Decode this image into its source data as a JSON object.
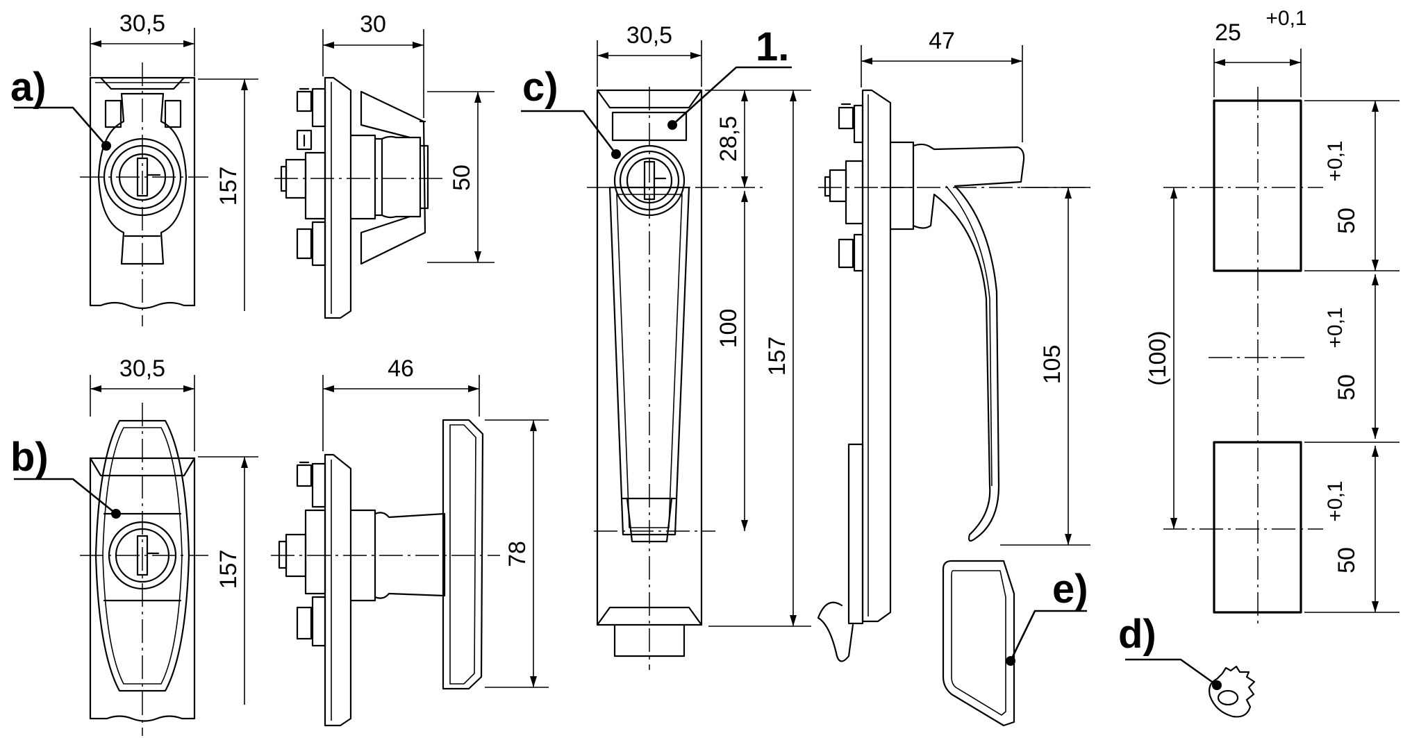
{
  "labels": {
    "a": "a)",
    "b": "b)",
    "c": "c)",
    "d": "d)",
    "e": "e)",
    "one": "1."
  },
  "dimensions": {
    "a_width": "30,5",
    "a_height": "157",
    "a_side_width": "30",
    "a_side_height": "50",
    "b_width": "30,5",
    "b_height": "157",
    "b_side_width": "46",
    "b_side_height": "78",
    "c_width": "30,5",
    "c_top": "28,5",
    "c_mid": "100",
    "c_height": "157",
    "c_side_width": "47",
    "c_side_height": "105",
    "cut_width": "25",
    "cut_width_tol": "+0,1",
    "cut_spacing": "(100)",
    "cut_h1": "50",
    "cut_h1_tol": "+0,1",
    "cut_h2": "50",
    "cut_h2_tol": "+0,1",
    "cut_h3": "50",
    "cut_h3_tol": "+0,1"
  }
}
